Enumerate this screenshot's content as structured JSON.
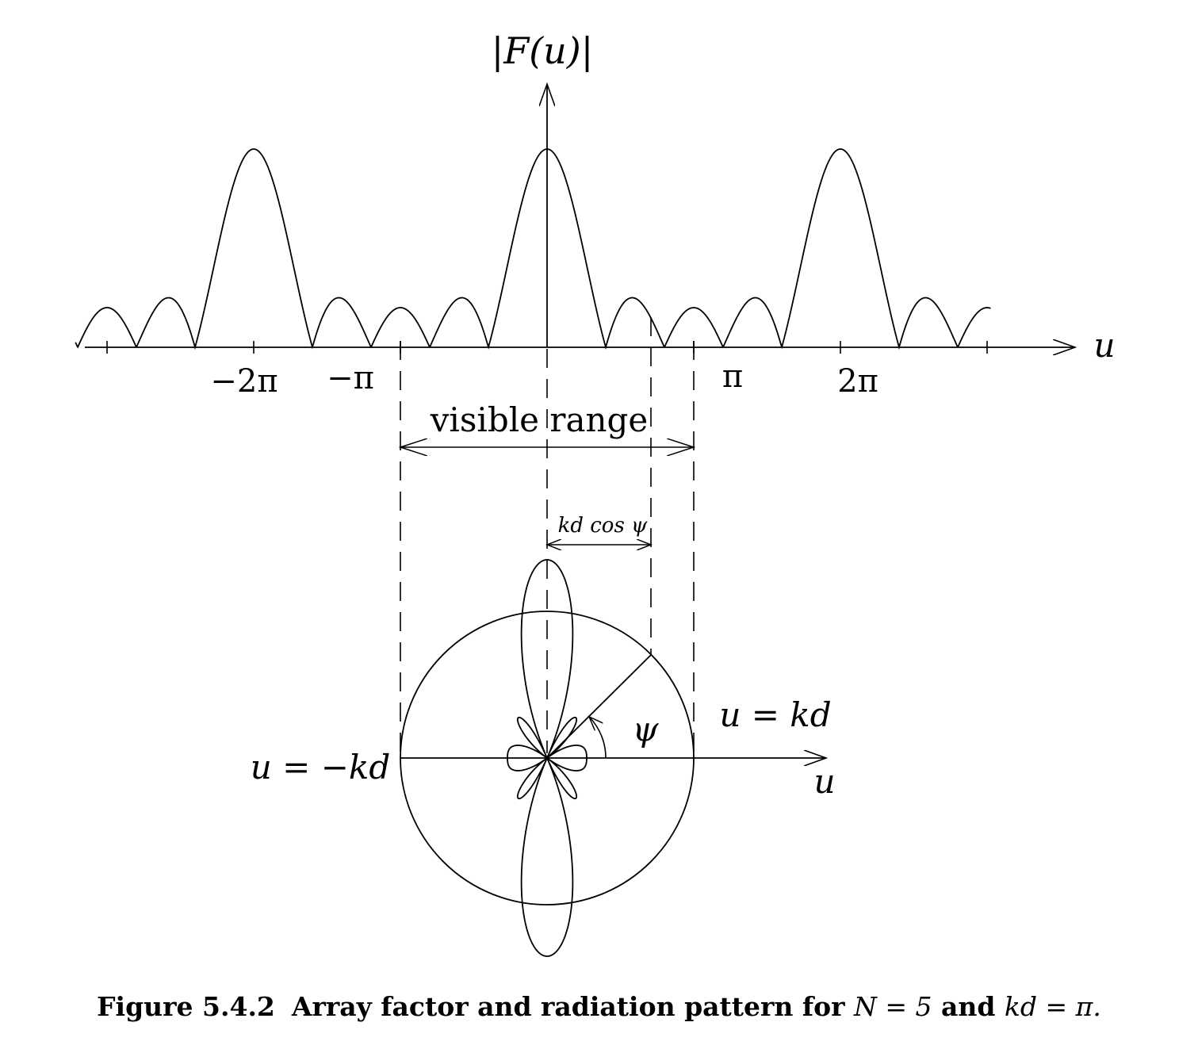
{
  "figure": {
    "y_axis_label": "|F(u)|",
    "x_axis_label": "u",
    "tick_labels": [
      "−2π",
      "−π",
      "π",
      "2π"
    ],
    "visible_range_label": "visible range",
    "kd_cos_label": "kd cos ψ",
    "psi_label": "ψ",
    "u_kd_label": "u = kd",
    "u_neg_kd_label": "u = −kd",
    "polar_axis_label": "u"
  },
  "caption": {
    "number": "Figure 5.4.2",
    "text": "Array factor and radiation pattern for ",
    "n_expr": "N = 5",
    "and": " and ",
    "kd_expr": "kd = π."
  },
  "chart_data": {
    "type": "line",
    "function": "|sin(N u/2) / (N sin(u/2))|",
    "N": 5,
    "kd": 3.14159,
    "x_range": [
      -10.1,
      9.5
    ],
    "main_lobe_peaks_x": [
      -6.2832,
      0,
      6.2832
    ],
    "visible_range_x": [
      -3.14159,
      3.14159
    ],
    "polar_pattern": "|F(kd cos ψ)| with kd = π, N = 5"
  }
}
